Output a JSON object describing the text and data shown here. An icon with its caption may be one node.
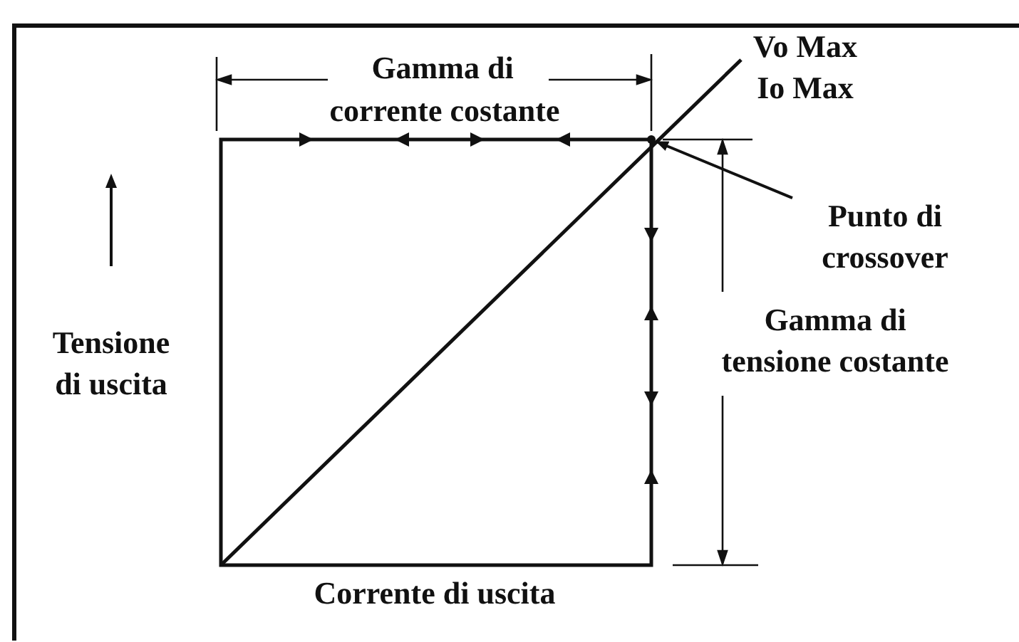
{
  "diagram": {
    "nodes": [
      {
        "text": [
          "Punto di crossover"
        ]
      },
      {
        "text": [],
        "shape": "point"
      }
    ],
    "edges": [
      {
        "from": 0,
        "to": 1,
        "arrow": "to"
      }
    ],
    "labels": [
      "Gamma di",
      "corrente costante",
      "Vo Max Io Max",
      "Tensione di uscita",
      "Gamma di tensione costante",
      "Corrente di uscita"
    ]
  }
}
